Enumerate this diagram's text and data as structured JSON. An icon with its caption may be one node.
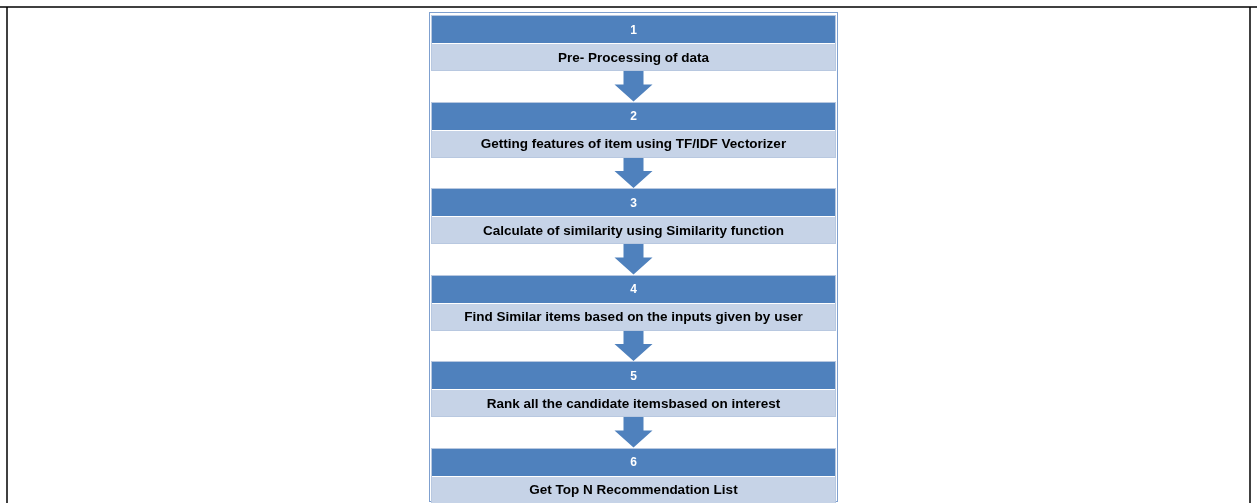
{
  "diagram": {
    "nodes": [
      {
        "text": [
          "1",
          "Pre- Processing of data"
        ]
      },
      {
        "text": [
          "2",
          "Getting features of item using TF/IDF Vectorizer"
        ]
      },
      {
        "text": [
          "3",
          "Calculate of similarity using Similarity function"
        ]
      },
      {
        "text": [
          "4",
          "Find Similar items based on the inputs given by user"
        ]
      },
      {
        "text": [
          "5",
          "Rank all the candidate itemsbased on interest"
        ]
      },
      {
        "text": [
          "6",
          "Get Top N Recommendation List"
        ]
      }
    ],
    "edges": [
      {
        "from": 0,
        "to": 1,
        "arrow": "to"
      },
      {
        "from": 1,
        "to": 2,
        "arrow": "to"
      },
      {
        "from": 2,
        "to": 3,
        "arrow": "to"
      },
      {
        "from": 3,
        "to": 4,
        "arrow": "to"
      },
      {
        "from": 4,
        "to": 5,
        "arrow": "to"
      }
    ]
  }
}
